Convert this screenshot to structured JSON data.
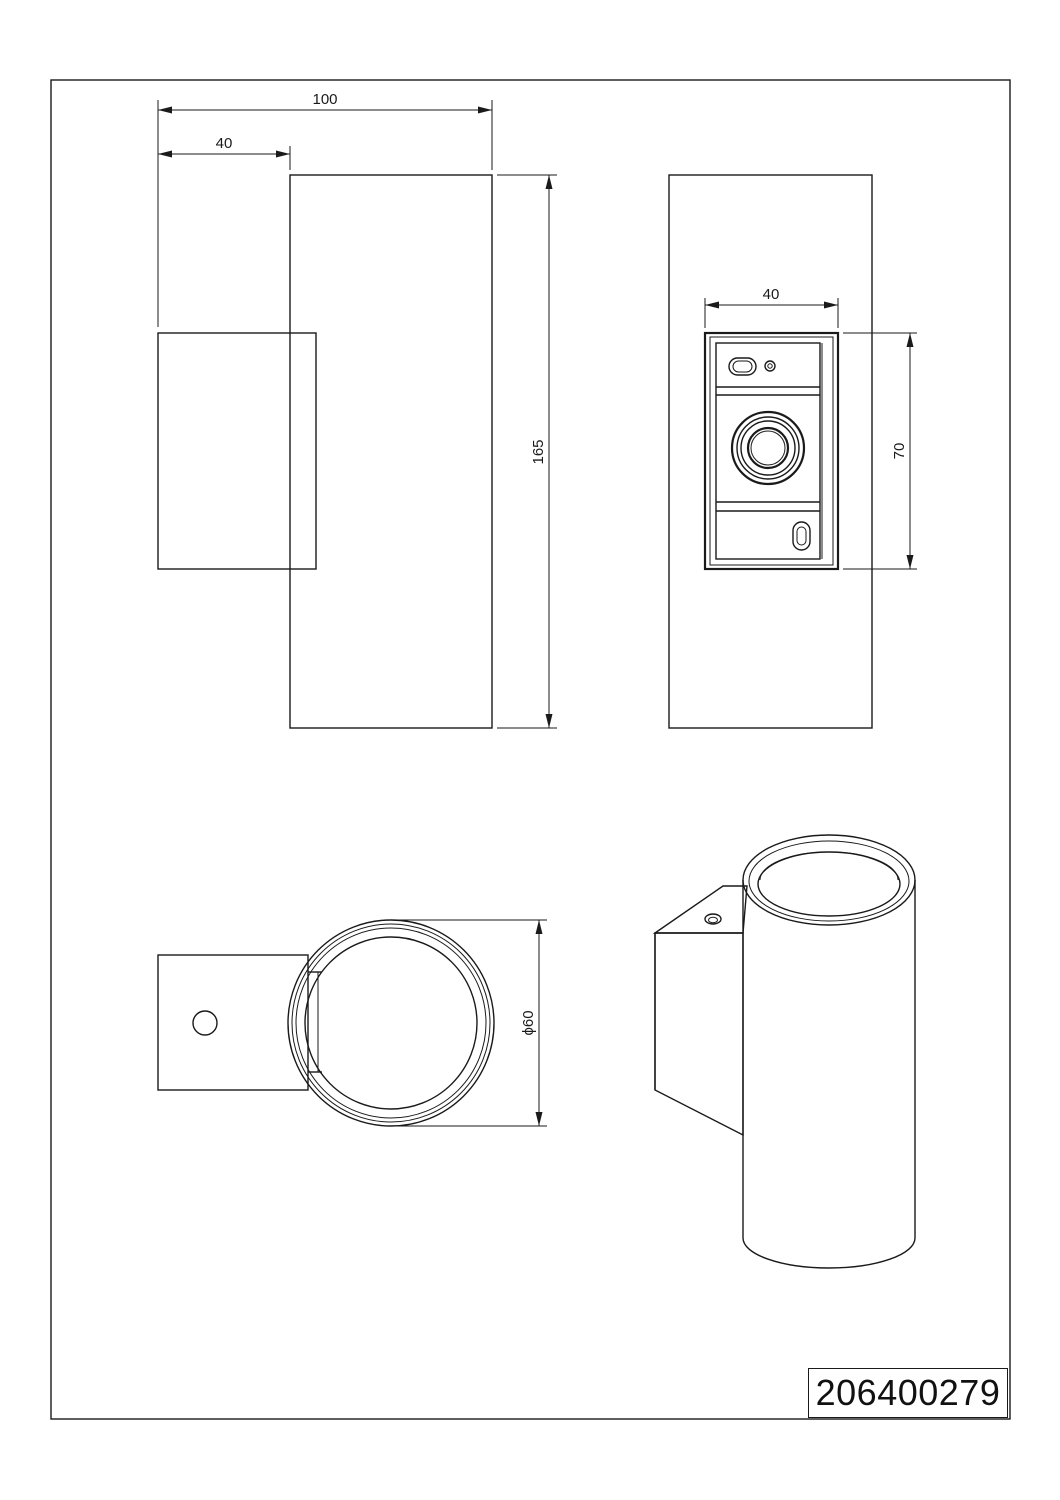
{
  "drawing": {
    "part_number": "206400279",
    "dimensions": {
      "overall_depth": "100",
      "base_depth": "40",
      "height": "165",
      "plate_width": "40",
      "plate_height": "70",
      "diameter": "ϕ60"
    }
  }
}
